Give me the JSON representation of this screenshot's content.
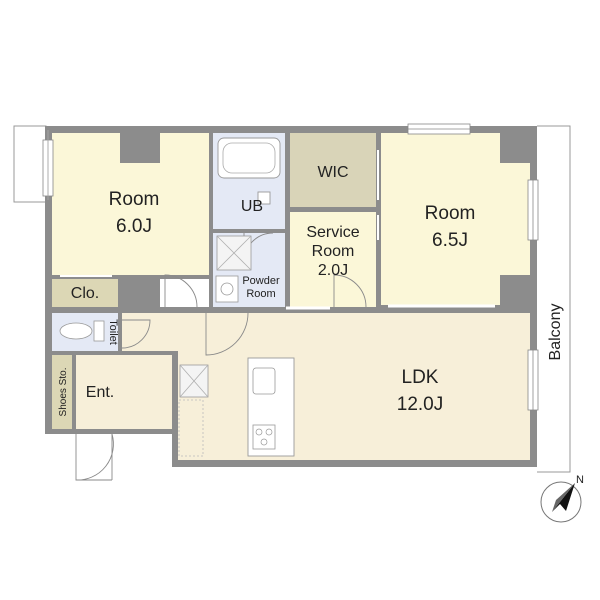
{
  "rooms": {
    "room_west": {
      "name": "Room",
      "size": "6.0J"
    },
    "room_east": {
      "name": "Room",
      "size": "6.5J"
    },
    "wic": {
      "name": "WIC"
    },
    "ub": {
      "name": "UB"
    },
    "service_room": {
      "line1": "Service",
      "line2": "Room",
      "size": "2.0J"
    },
    "powder_room": {
      "line1": "Powder",
      "line2": "Room"
    },
    "closet": {
      "name": "Clo."
    },
    "toilet": {
      "name": "Toilet"
    },
    "shoes_storage": {
      "name": "Shoes Sto."
    },
    "entrance": {
      "name": "Ent."
    },
    "ldk": {
      "name": "LDK",
      "size": "12.0J"
    },
    "balcony": {
      "name": "Balcony"
    }
  },
  "compass": {
    "label": "N"
  },
  "colors": {
    "bedroom_fill": "#fbf7d8",
    "ldk_fill": "#f7efd9",
    "wet_fill": "#e4e9f5",
    "wic_fill": "#d9d4b8",
    "closet_fill": "#dcd7b5",
    "wall": "#8c8c8c"
  }
}
